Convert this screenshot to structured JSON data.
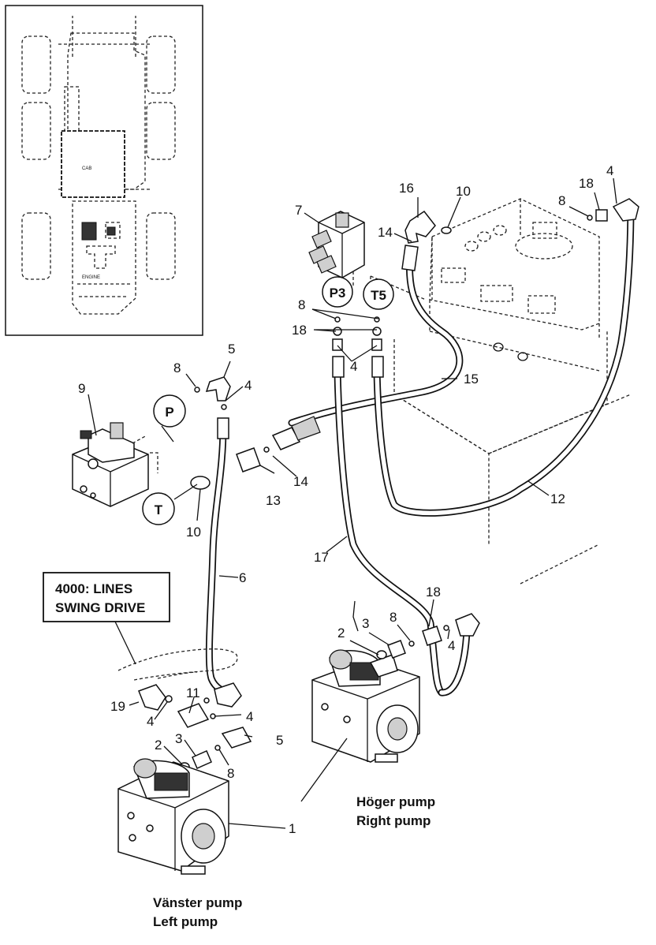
{
  "inset": {
    "cab_label": "CAB",
    "engine_label": "ENGINE"
  },
  "reference_box": {
    "line1": "4000: LINES",
    "line2": "SWING DRIVE"
  },
  "port_labels": {
    "p": "P",
    "t": "T",
    "p3": "P3",
    "t5": "T5"
  },
  "callouts": {
    "n1": "1",
    "n2a": "2",
    "n2b": "2",
    "n3a": "3",
    "n3b": "3",
    "n4a": "4",
    "n4b": "4",
    "n4c": "4",
    "n4d": "4",
    "n4e": "4",
    "n4f": "4",
    "n5a": "5",
    "n5b": "5",
    "n6": "6",
    "n7": "7",
    "n8a": "8",
    "n8b": "8",
    "n8c": "8",
    "n8d": "8",
    "n8e": "8",
    "n9": "9",
    "n10a": "10",
    "n10b": "10",
    "n11": "11",
    "n12": "12",
    "n13": "13",
    "n14a": "14",
    "n14b": "14",
    "n15": "15",
    "n16": "16",
    "n17": "17",
    "n18a": "18",
    "n18b": "18",
    "n18c": "18",
    "n19": "19"
  },
  "captions": {
    "right_pump_sv": "Höger pump",
    "right_pump_en": "Right pump",
    "left_pump_sv": "Vänster pump",
    "left_pump_en": "Left pump"
  }
}
